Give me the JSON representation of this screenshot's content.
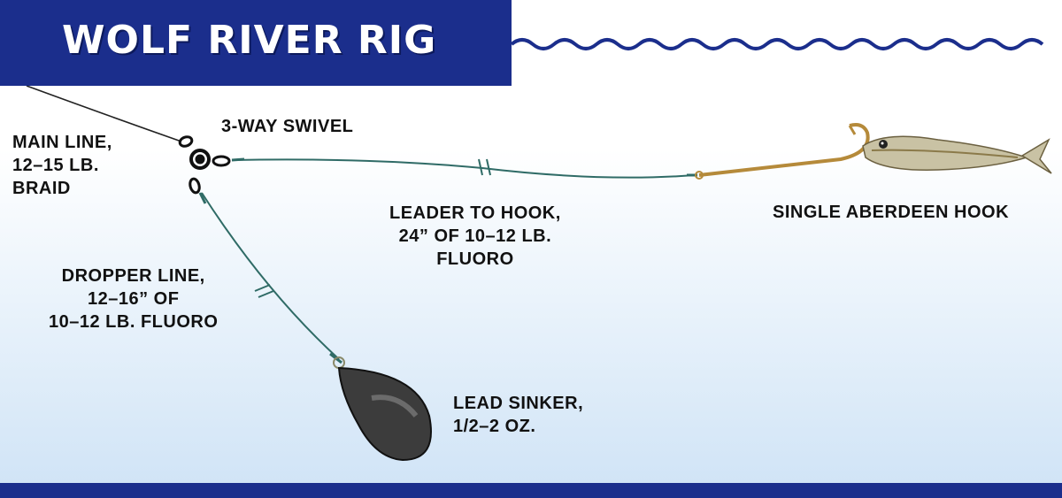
{
  "title": "WOLF RIVER RIG",
  "labels": {
    "main_line": [
      "MAIN LINE,",
      "12–15 LB.",
      "BRAID"
    ],
    "swivel": "3-WAY SWIVEL",
    "leader": [
      "LEADER TO HOOK,",
      "24” OF 10–12 LB.",
      "FLUORO"
    ],
    "hook": "SINGLE ABERDEEN HOOK",
    "dropper": [
      "DROPPER LINE,",
      "12–16” OF",
      "10–12 LB. FLUORO"
    ],
    "sinker": [
      "LEAD SINKER,",
      "1/2–2 OZ."
    ]
  },
  "colors": {
    "banner": "#1b2e8c",
    "water_line": "#1b2e8c",
    "braid": "#222222",
    "fluoro": "#2f6b66",
    "hook": "#b58a3a",
    "sinker": "#3c3c3c"
  }
}
